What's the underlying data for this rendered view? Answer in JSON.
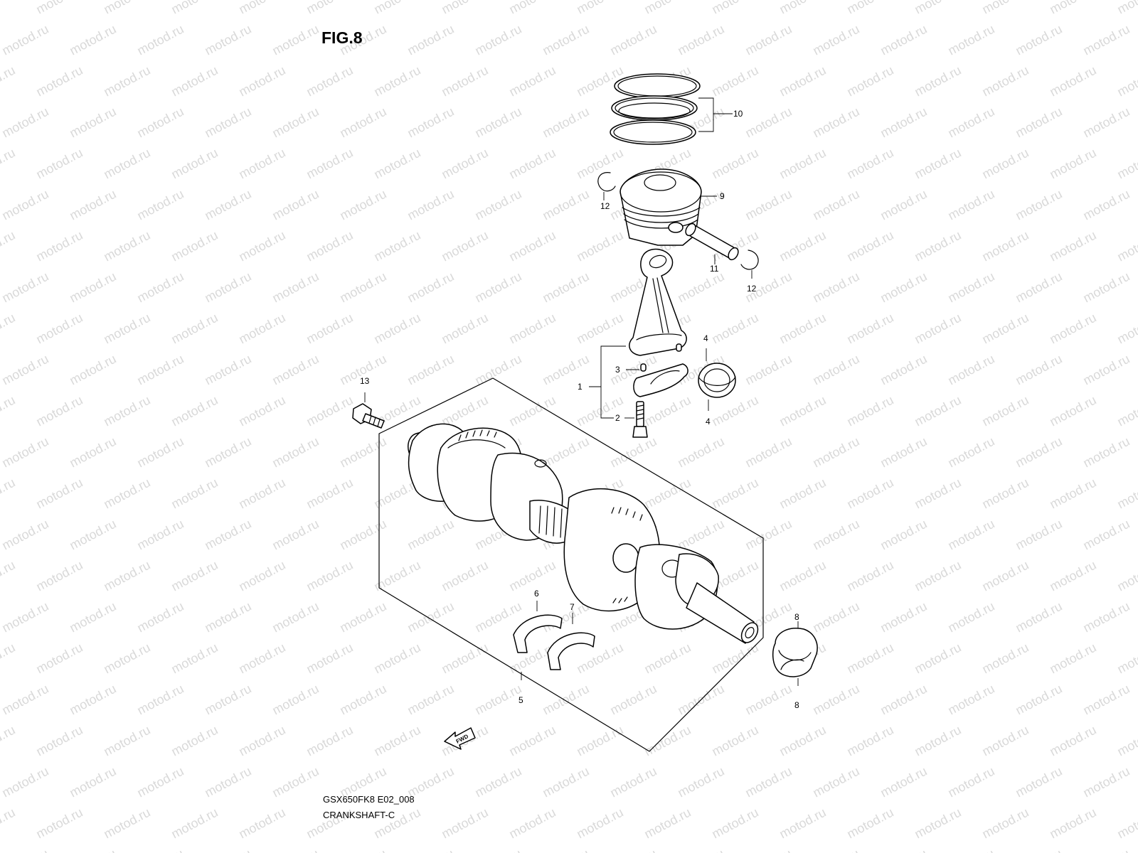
{
  "figure": {
    "title": "FIG.8",
    "model_code": "GSX650FK8 E02_008",
    "section_name": "CRANKSHAFT-C"
  },
  "watermark": {
    "text": "motod.ru",
    "color": "#d9d9d9"
  },
  "fwd_label": "FWD",
  "callouts": {
    "p1": "1",
    "p2": "2",
    "p3": "3",
    "p4a": "4",
    "p4b": "4",
    "p5": "5",
    "p6": "6",
    "p7": "7",
    "p8a": "8",
    "p8b": "8",
    "p9": "9",
    "p10": "10",
    "p11": "11",
    "p12a": "12",
    "p12b": "12",
    "p13": "13"
  }
}
